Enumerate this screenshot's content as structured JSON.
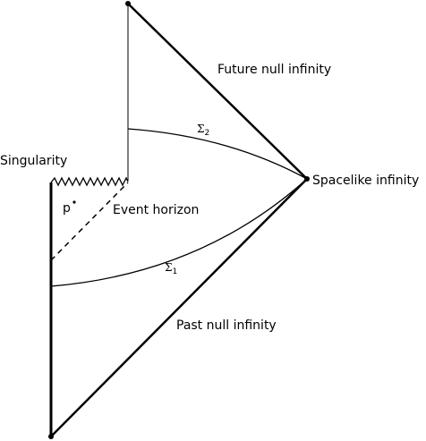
{
  "labels": {
    "future_null_infinity": "Future null infinity",
    "spacelike_infinity": "Spacelike infinity",
    "past_null_infinity": "Past null infinity",
    "singularity": "Singularity",
    "event_horizon": "Event horizon",
    "point_p": "p",
    "sigma_1": {
      "symbol": "Σ",
      "index": "1"
    },
    "sigma_2": {
      "symbol": "Σ",
      "index": "2"
    }
  },
  "colors": {
    "ink": "#000000",
    "background": "#ffffff"
  }
}
